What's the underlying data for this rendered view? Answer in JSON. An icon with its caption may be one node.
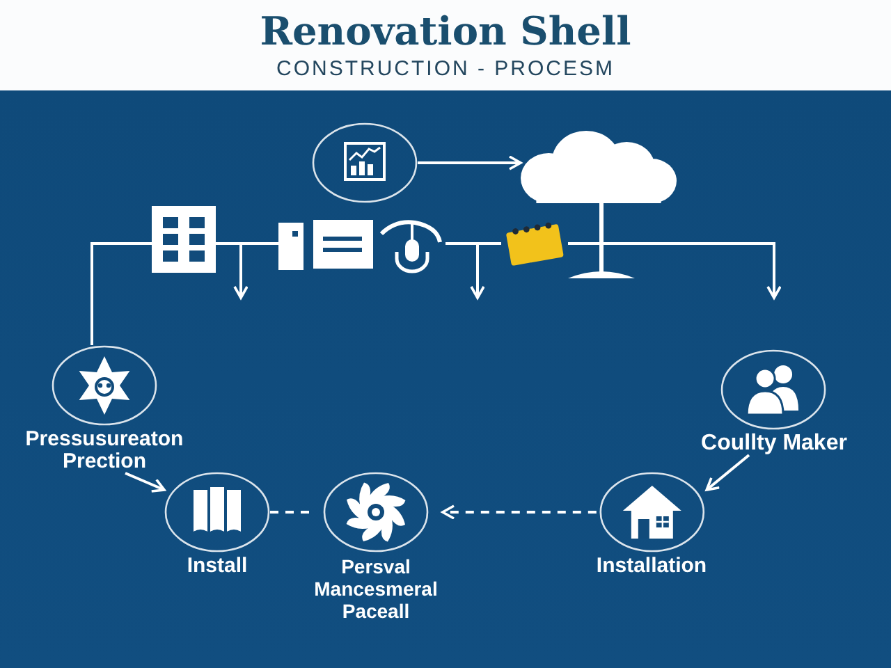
{
  "diagram": {
    "title": "Renovation Shell",
    "nodes": [
      {
        "text": [],
        "shape": "picture"
      },
      {
        "text": [],
        "shape": "picture"
      },
      {
        "text": [],
        "shape": "picture"
      },
      {
        "text": [],
        "shape": "picture"
      },
      {
        "text": [],
        "shape": "picture"
      },
      {
        "text": [],
        "shape": "picture"
      },
      {
        "text": [
          "Pressusureaton Prection"
        ]
      },
      {
        "text": [
          "Coullty Maker"
        ]
      },
      {
        "text": [
          "Install"
        ]
      },
      {
        "text": [
          "Persval Mancesmeral Paceall"
        ]
      },
      {
        "text": [
          "Installation"
        ]
      }
    ],
    "edges": [
      {
        "from": 0,
        "to": 1,
        "arrow": "to"
      },
      {
        "from": 2,
        "to": 6,
        "arrow": "none"
      },
      {
        "from": 2,
        "to": 3,
        "arrow": "none"
      },
      {
        "from": 2,
        "to": null,
        "arrow": "to"
      },
      {
        "from": 4,
        "to": null,
        "arrow": "to"
      },
      {
        "from": 4,
        "to": 5,
        "arrow": "none"
      },
      {
        "from": 5,
        "to": null,
        "arrow": "to"
      },
      {
        "from": 6,
        "to": 8,
        "arrow": "to"
      },
      {
        "from": 8,
        "to": 9,
        "arrow": "none",
        "style": "dashed"
      },
      {
        "from": 10,
        "to": 9,
        "arrow": "to",
        "style": "dashed"
      },
      {
        "from": 7,
        "to": 10,
        "arrow": "to"
      }
    ],
    "labels": [
      "CONSTRUCTION - PROCESM"
    ]
  }
}
